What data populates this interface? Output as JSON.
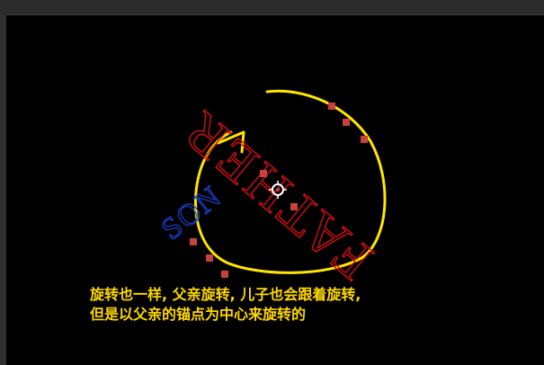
{
  "canvas": {
    "father_label": "FATHER",
    "son_label": "SON",
    "colors": {
      "background": "#000000",
      "father": "#d40f0f",
      "son": "#1a3fcc",
      "annotation": "#ffe500",
      "handle": "#c84040"
    }
  },
  "caption": {
    "line1": "旋转也一样, 父亲旋转, 儿子也会跟着旋转,",
    "line2": "但是以父亲的锚点为中心来旋转的"
  }
}
